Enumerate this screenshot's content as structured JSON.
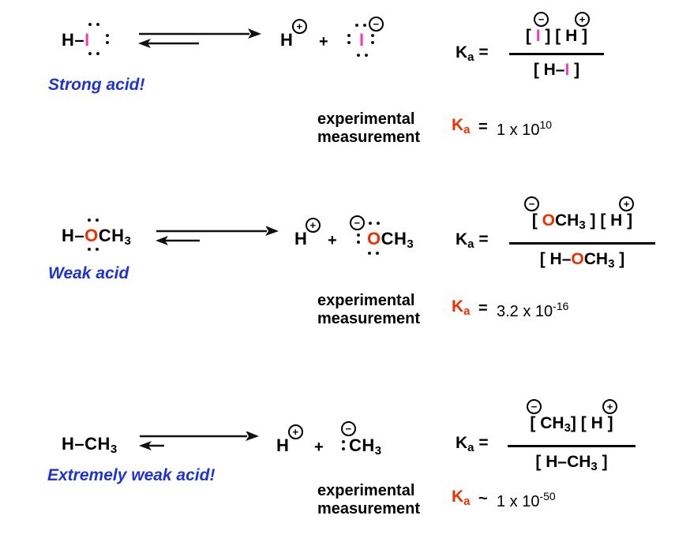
{
  "colors": {
    "iodine": "#f83db1",
    "oxygen": "#ee3000",
    "kared": "#ee3000",
    "labelblue": "#1e32d6"
  },
  "symbols": {
    "plus": "+",
    "minus": "−"
  },
  "rows": [
    {
      "comment": "Strong acid!",
      "reactant": {
        "h": "H",
        "bond": "–",
        "atom": "I"
      },
      "products": {
        "h": "H",
        "plus": "+",
        "atom": "I"
      },
      "ka": {
        "k": "K",
        "sub": "a",
        "rel": "=",
        "num_open": "[ ",
        "num_atom": "I",
        "num_close": " ] [ H ]",
        "den_open": "[ H–",
        "den_atom": "I",
        "den_close": " ]"
      },
      "exp": {
        "line1": "experimental",
        "line2": "measurement",
        "k": "K",
        "sub": "a",
        "rel": "=",
        "mantissa": "1 x 10",
        "exponent": "10"
      }
    },
    {
      "comment": "Weak acid",
      "reactant": {
        "h": "H",
        "bond": "–",
        "atom": "O",
        "group": "CH",
        "group_sub": "3"
      },
      "products": {
        "h": "H",
        "plus": "+",
        "atom": "O",
        "group": "CH",
        "group_sub": "3"
      },
      "ka": {
        "k": "K",
        "sub": "a",
        "rel": "=",
        "num_open": "[ ",
        "num_atom": "O",
        "num_group": "CH",
        "num_sub": "3",
        "num_close": " ] [ H ]",
        "den_open": "[ H–",
        "den_atom": "O",
        "den_group": "CH",
        "den_sub": "3",
        "den_close": " ]"
      },
      "exp": {
        "line1": "experimental",
        "line2": "measurement",
        "k": "K",
        "sub": "a",
        "rel": "=",
        "mantissa": "3.2 x 10",
        "exponent": "-16"
      }
    },
    {
      "comment": "Extremely weak acid!",
      "reactant": {
        "h": "H",
        "bond": "–",
        "group": "CH",
        "group_sub": "3"
      },
      "products": {
        "h": "H",
        "plus": "+",
        "group": "CH",
        "group_sub": "3"
      },
      "ka": {
        "k": "K",
        "sub": "a",
        "rel": "=",
        "num_open": "[ ",
        "num_group": "CH",
        "num_sub": "3",
        "num_close": "] [ H ]",
        "den_open": "[ H–",
        "den_group": "CH",
        "den_sub": "3",
        "den_close": " ]"
      },
      "exp": {
        "line1": "experimental",
        "line2": "measurement",
        "k": "K",
        "sub": "a",
        "rel": "~",
        "mantissa": "1 x 10",
        "exponent": "-50"
      }
    }
  ]
}
